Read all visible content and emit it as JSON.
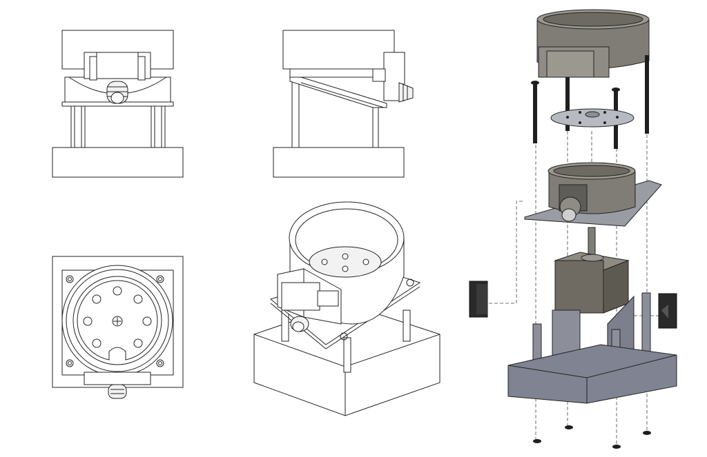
{
  "drawing": {
    "views": [
      {
        "id": "front",
        "kind": "orthographic"
      },
      {
        "id": "side",
        "kind": "orthographic"
      },
      {
        "id": "top",
        "kind": "orthographic"
      },
      {
        "id": "isometric",
        "kind": "isometric"
      },
      {
        "id": "exploded",
        "kind": "exploded-isometric"
      }
    ],
    "colors": {
      "line": "#222222",
      "shade_dark": "#7f7d76",
      "shade_mid": "#9a988f",
      "motor": "#6f6b62",
      "frame": "#8c8f9a",
      "base": "#7f8392",
      "plate": "#b8bac2",
      "screw": "#1f1f1f",
      "switch": "#2a2a2a"
    }
  }
}
